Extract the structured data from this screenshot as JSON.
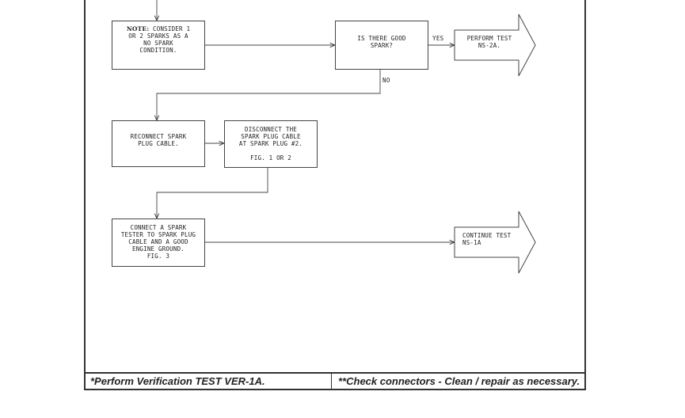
{
  "boxes": {
    "note": {
      "label": "NOTE:",
      "text": "CONSIDER 1\nOR 2 SPARKS AS A\nNO SPARK\nCONDITION."
    },
    "good_spark": {
      "text": "IS THERE GOOD\nSPARK?"
    },
    "reconnect": {
      "text": "RECONNECT SPARK\nPLUG CABLE."
    },
    "disconnect": {
      "text": "DISCONNECT THE\nSPARK PLUG CABLE\nAT SPARK PLUG #2.\n\nFIG. 1 OR 2"
    },
    "connect": {
      "text": "CONNECT A SPARK\nTESTER TO SPARK PLUG\nCABLE AND A GOOD\nENGINE GROUND.\nFIG. 3"
    }
  },
  "arrows": {
    "ns2a": "PERFORM TEST\nNS-2A.",
    "ns1a": "CONTINUE TEST\nNS-1A"
  },
  "labels": {
    "yes": "YES",
    "no": "NO"
  },
  "footer": {
    "left": "*Perform Verification TEST VER-1A.",
    "right": "**Check connectors - Clean / repair as necessary."
  }
}
